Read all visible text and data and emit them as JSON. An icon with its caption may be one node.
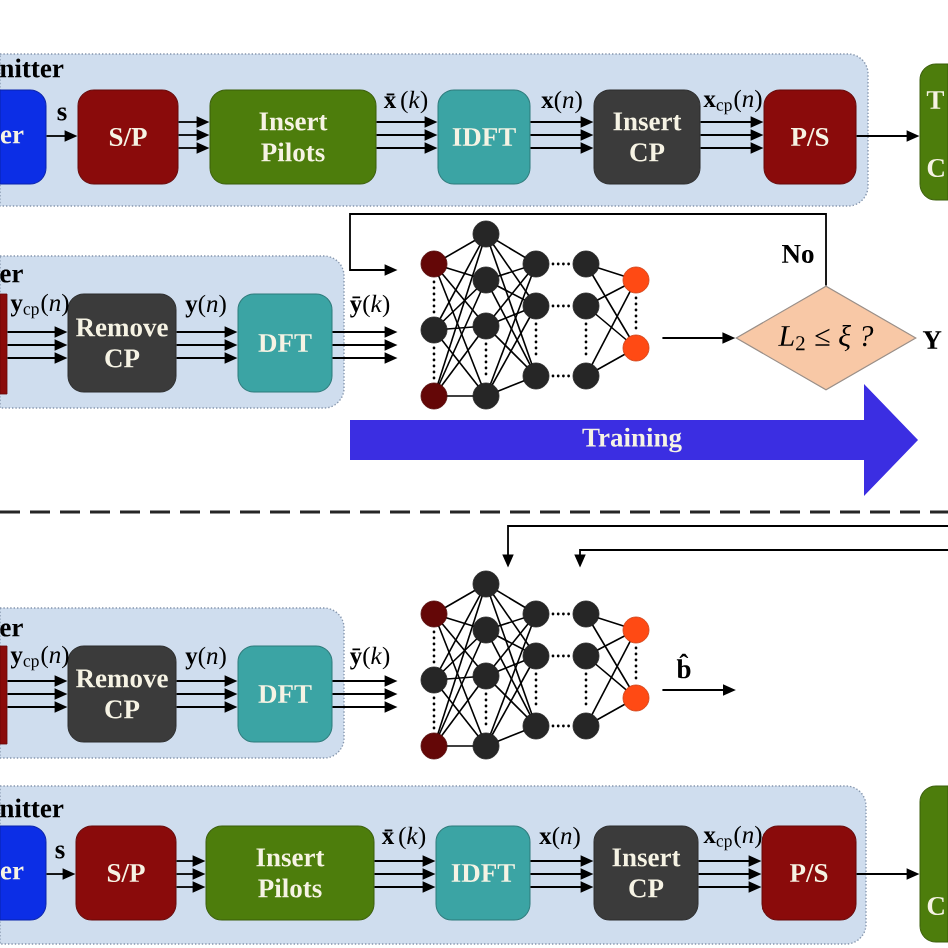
{
  "diagram": {
    "nodes": [
      {
        "text": [
          "nitter"
        ]
      },
      {
        "text": [
          "er"
        ],
        "in": 0
      },
      {
        "text": [
          "S/P"
        ],
        "in": 0
      },
      {
        "text": [
          "Insert Pilots"
        ],
        "in": 0
      },
      {
        "text": [
          "IDFT"
        ],
        "in": 0
      },
      {
        "text": [
          "Insert CP"
        ],
        "in": 0
      },
      {
        "text": [
          "P/S"
        ],
        "in": 0
      },
      {
        "text": [
          "T",
          "C"
        ]
      },
      {
        "text": [
          "er"
        ]
      },
      {
        "text": [],
        "shape": "box",
        "in": 8
      },
      {
        "text": [
          "Remove CP"
        ],
        "in": 8
      },
      {
        "text": [
          "DFT"
        ],
        "in": 8
      },
      {
        "text": [],
        "shape": "picture"
      },
      {
        "text": [
          "*L*$_{2}$ ≤ *ξ ?*"
        ]
      },
      {
        "text": [
          "Training"
        ]
      },
      {
        "text": [
          "er"
        ]
      },
      {
        "text": [],
        "shape": "box",
        "in": 15
      },
      {
        "text": [
          "Remove CP"
        ],
        "in": 15
      },
      {
        "text": [
          "DFT"
        ],
        "in": 15
      },
      {
        "text": [],
        "shape": "picture"
      },
      {
        "text": [
          "nitter"
        ]
      },
      {
        "text": [
          "er"
        ],
        "in": 20
      },
      {
        "text": [
          "S/P"
        ],
        "in": 20
      },
      {
        "text": [
          "Insert Pilots"
        ],
        "in": 20
      },
      {
        "text": [
          "IDFT"
        ],
        "in": 20
      },
      {
        "text": [
          "Insert CP"
        ],
        "in": 20
      },
      {
        "text": [
          "P/S"
        ],
        "in": 20
      },
      {
        "text": [
          "C"
        ]
      }
    ],
    "edges": [
      {
        "from": 1,
        "to": 2,
        "arrow": "to",
        "label": "s"
      },
      {
        "from": 2,
        "to": 3,
        "arrow": "to"
      },
      {
        "from": 2,
        "to": 3,
        "arrow": "to"
      },
      {
        "from": 2,
        "to": 3,
        "arrow": "to"
      },
      {
        "from": 3,
        "to": 4,
        "arrow": "to",
        "label": "**x̄**(*k*)"
      },
      {
        "from": 3,
        "to": 4,
        "arrow": "to"
      },
      {
        "from": 3,
        "to": 4,
        "arrow": "to"
      },
      {
        "from": 4,
        "to": 5,
        "arrow": "to",
        "label": "**x**(*n*)"
      },
      {
        "from": 4,
        "to": 5,
        "arrow": "to"
      },
      {
        "from": 4,
        "to": 5,
        "arrow": "to"
      },
      {
        "from": 5,
        "to": 6,
        "arrow": "to",
        "label": "**x**$_{cp}$(*n*)"
      },
      {
        "from": 5,
        "to": 6,
        "arrow": "to"
      },
      {
        "from": 5,
        "to": 6,
        "arrow": "to"
      },
      {
        "from": 6,
        "to": 7,
        "arrow": "to"
      },
      {
        "from": 9,
        "to": 10,
        "arrow": "to",
        "label": "**y**$_{cp}$(*n*)"
      },
      {
        "from": 9,
        "to": 10,
        "arrow": "to"
      },
      {
        "from": 9,
        "to": 10,
        "arrow": "to"
      },
      {
        "from": 10,
        "to": 11,
        "arrow": "to",
        "label": "**y**(*n*)"
      },
      {
        "from": 10,
        "to": 11,
        "arrow": "to"
      },
      {
        "from": 10,
        "to": 11,
        "arrow": "to"
      },
      {
        "from": 11,
        "to": 12,
        "arrow": "to",
        "label": "**ȳ**(*k*)"
      },
      {
        "from": 11,
        "to": 12,
        "arrow": "to"
      },
      {
        "from": 11,
        "to": 12,
        "arrow": "to"
      },
      {
        "from": 12,
        "to": 13,
        "arrow": "to"
      },
      {
        "from": 13,
        "to": 12,
        "arrow": "to",
        "label": "No"
      },
      {
        "from": 16,
        "to": 17,
        "arrow": "to",
        "label": "**y**$_{cp}$(*n*)"
      },
      {
        "from": 16,
        "to": 17,
        "arrow": "to"
      },
      {
        "from": 16,
        "to": 17,
        "arrow": "to"
      },
      {
        "from": 17,
        "to": 18,
        "arrow": "to",
        "label": "**y**(*n*)"
      },
      {
        "from": 17,
        "to": 18,
        "arrow": "to"
      },
      {
        "from": 17,
        "to": 18,
        "arrow": "to"
      },
      {
        "from": 18,
        "to": 19,
        "arrow": "to",
        "label": "**ȳ**(*k*)"
      },
      {
        "from": 18,
        "to": 19,
        "arrow": "to"
      },
      {
        "from": 18,
        "to": 19,
        "arrow": "to"
      },
      {
        "from": null,
        "to": 19,
        "arrow": "to"
      },
      {
        "from": null,
        "to": 19,
        "arrow": "to"
      },
      {
        "from": 19,
        "to": null,
        "arrow": "to",
        "label": "b̂"
      },
      {
        "from": 21,
        "to": 22,
        "arrow": "to",
        "label": "s"
      },
      {
        "from": 22,
        "to": 23,
        "arrow": "to"
      },
      {
        "from": 22,
        "to": 23,
        "arrow": "to"
      },
      {
        "from": 22,
        "to": 23,
        "arrow": "to"
      },
      {
        "from": 23,
        "to": 24,
        "arrow": "to",
        "label": "**x̄**(*k*)"
      },
      {
        "from": 23,
        "to": 24,
        "arrow": "to"
      },
      {
        "from": 23,
        "to": 24,
        "arrow": "to"
      },
      {
        "from": 24,
        "to": 25,
        "arrow": "to",
        "label": "**x**(*n*)"
      },
      {
        "from": 24,
        "to": 25,
        "arrow": "to"
      },
      {
        "from": 24,
        "to": 25,
        "arrow": "to"
      },
      {
        "from": 25,
        "to": 26,
        "arrow": "to",
        "label": "**x**$_{cp}$(*n*)"
      },
      {
        "from": 25,
        "to": 26,
        "arrow": "to"
      },
      {
        "from": 25,
        "to": 26,
        "arrow": "to"
      },
      {
        "from": 26,
        "to": 27,
        "arrow": "to"
      }
    ],
    "labels": [
      "Y"
    ]
  }
}
